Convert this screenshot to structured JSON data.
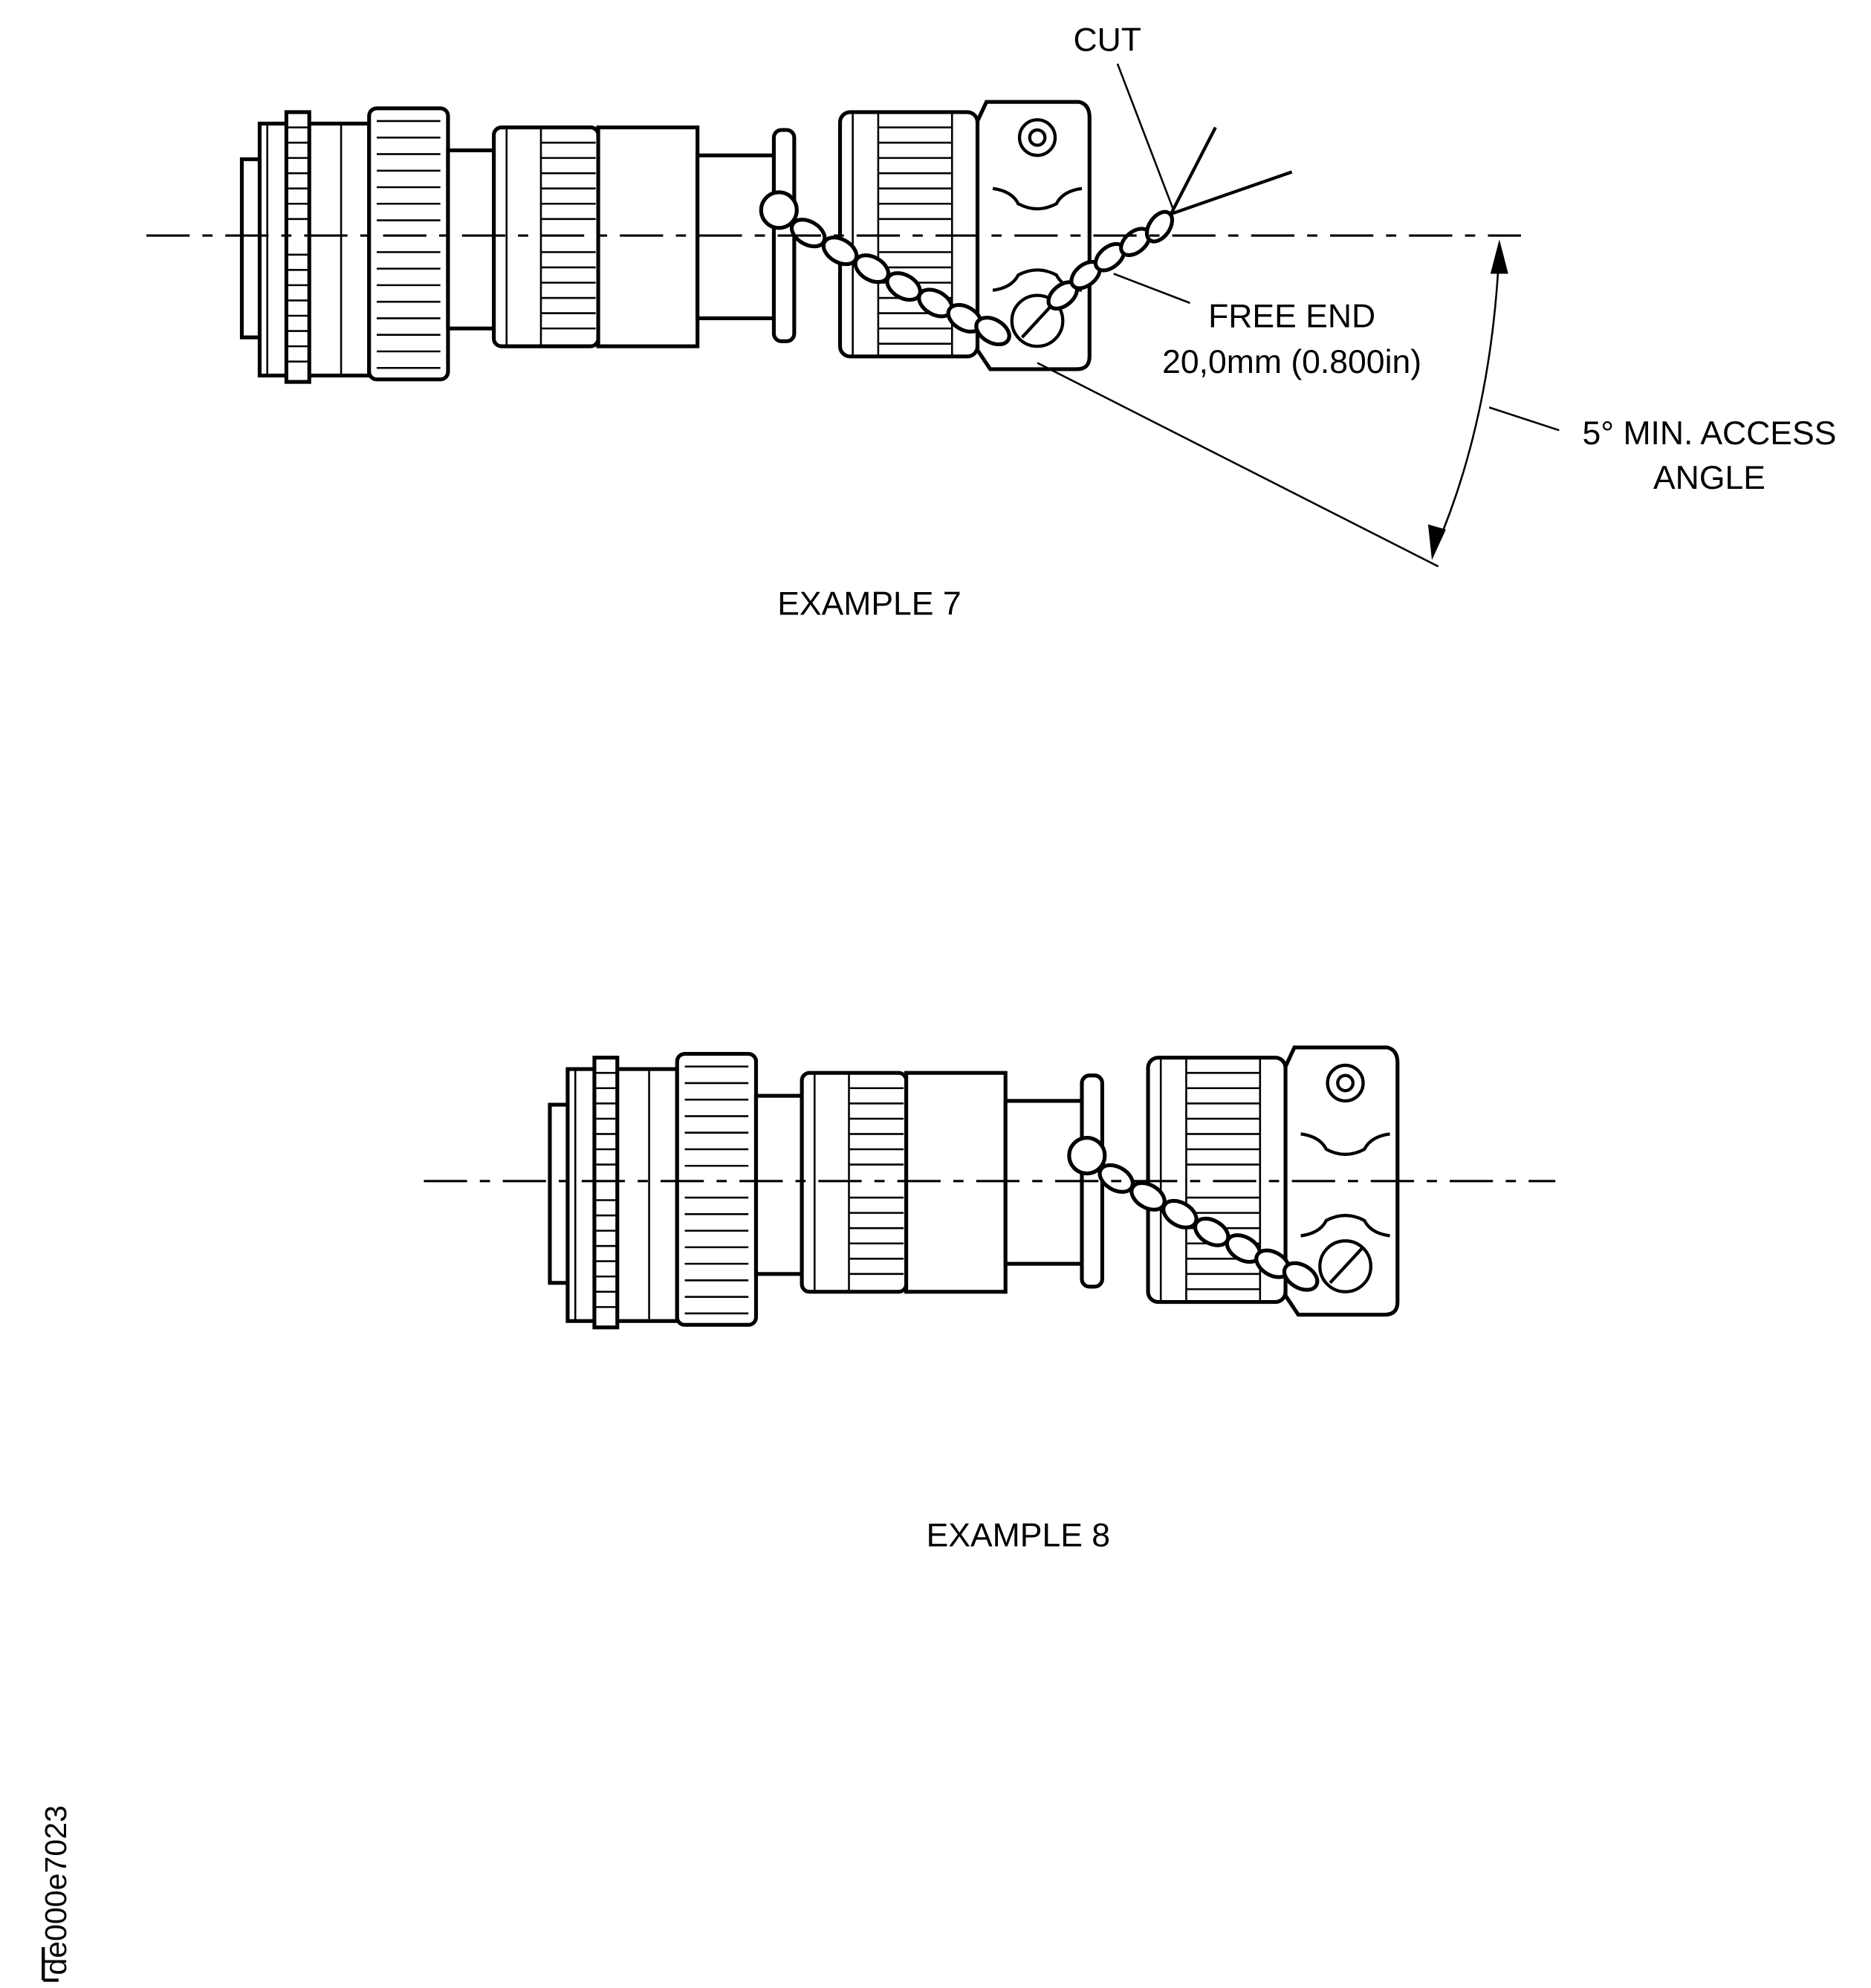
{
  "example7": {
    "title": "EXAMPLE 7",
    "cut_label": "CUT",
    "free_end_label": "FREE END",
    "free_end_length": "20,0mm (0.800in)",
    "angle_label_line1": "5° MIN. ACCESS",
    "angle_label_line2": "ANGLE"
  },
  "example8": {
    "title": "EXAMPLE 8"
  },
  "figure_id": "de000e7023"
}
